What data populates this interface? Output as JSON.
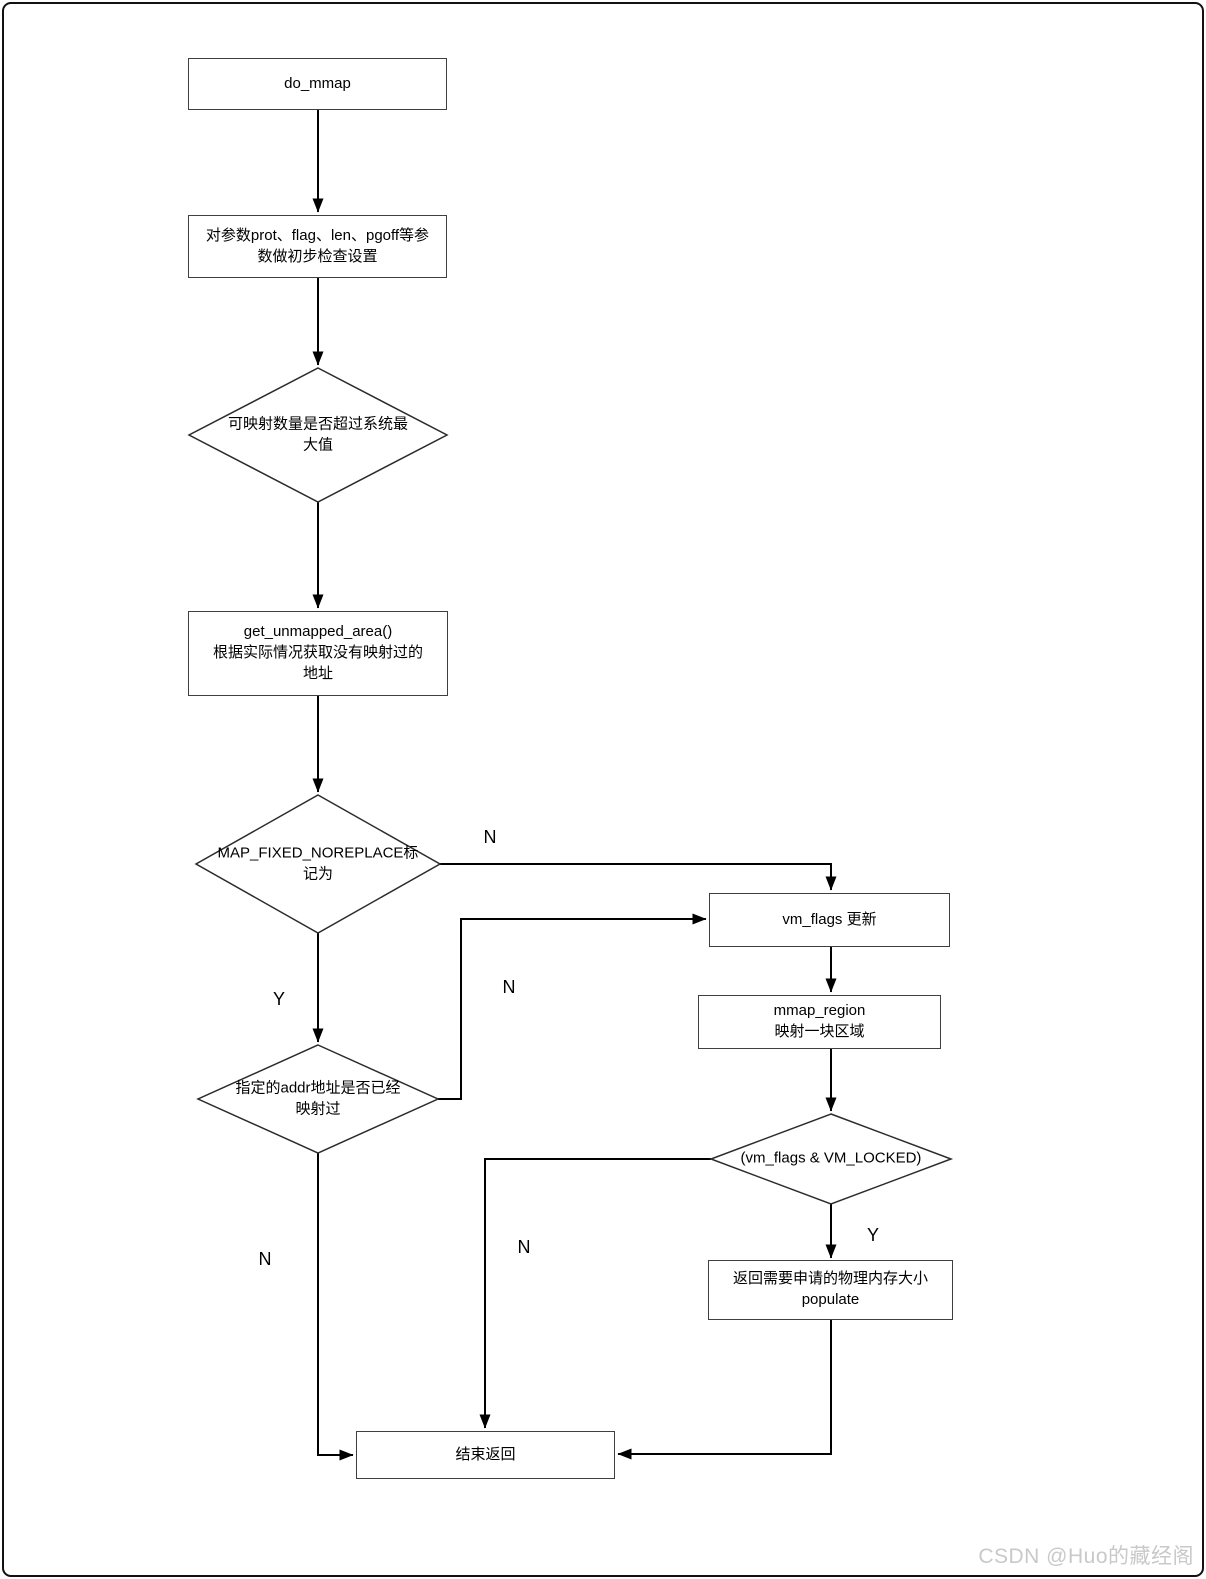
{
  "canvas": {
    "background": "#ffffff",
    "frame_border_color": "#111111",
    "node_border_color": "#3f3f3f",
    "connector_color": "#000000",
    "watermark_color": "#c9c9c9"
  },
  "watermark": {
    "text": "CSDN @Huo的藏经阁"
  },
  "flowchart": {
    "nodes": {
      "do_mmap": {
        "type": "process",
        "label": "do_mmap"
      },
      "param_check": {
        "type": "process",
        "label": "对参数prot、flag、len、pgoff等参\n数做初步检查设置"
      },
      "max_map_check": {
        "type": "decision",
        "label": "可映射数量是否超过系统最\n大值"
      },
      "get_unmapped_area": {
        "type": "process",
        "label": "get_unmapped_area()\n根据实际情况获取没有映射过的\n地址"
      },
      "noreplace_check": {
        "type": "decision",
        "label": "MAP_FIXED_NOREPLACE标\n记为"
      },
      "addr_mapped_check": {
        "type": "decision",
        "label": "指定的addr地址是否已经\n映射过"
      },
      "vm_flags_update": {
        "type": "process",
        "label": "vm_flags 更新"
      },
      "mmap_region": {
        "type": "process",
        "label": "mmap_region\n映射一块区域"
      },
      "vm_locked_check": {
        "type": "decision",
        "label": "(vm_flags & VM_LOCKED)"
      },
      "populate": {
        "type": "process",
        "label": "返回需要申请的物理内存大小\npopulate"
      },
      "end_return": {
        "type": "process",
        "label": "结束返回"
      }
    },
    "branch_labels": {
      "noreplace_n": "N",
      "noreplace_y": "Y",
      "addr_right_n": "N",
      "addr_down_n": "N",
      "vm_locked_n": "N",
      "vm_locked_y": "Y"
    },
    "edges": [
      {
        "from": "do_mmap",
        "to": "param_check",
        "label": ""
      },
      {
        "from": "param_check",
        "to": "max_map_check",
        "label": ""
      },
      {
        "from": "max_map_check",
        "to": "get_unmapped_area",
        "label": ""
      },
      {
        "from": "get_unmapped_area",
        "to": "noreplace_check",
        "label": ""
      },
      {
        "from": "noreplace_check",
        "to": "addr_mapped_check",
        "label": "Y"
      },
      {
        "from": "noreplace_check",
        "to": "vm_flags_update",
        "label": "N"
      },
      {
        "from": "addr_mapped_check",
        "to": "vm_flags_update",
        "label": "N"
      },
      {
        "from": "addr_mapped_check",
        "to": "end_return",
        "label": "N"
      },
      {
        "from": "vm_flags_update",
        "to": "mmap_region",
        "label": ""
      },
      {
        "from": "mmap_region",
        "to": "vm_locked_check",
        "label": ""
      },
      {
        "from": "vm_locked_check",
        "to": "populate",
        "label": "Y"
      },
      {
        "from": "vm_locked_check",
        "to": "end_return",
        "label": "N"
      },
      {
        "from": "populate",
        "to": "end_return",
        "label": ""
      }
    ]
  }
}
